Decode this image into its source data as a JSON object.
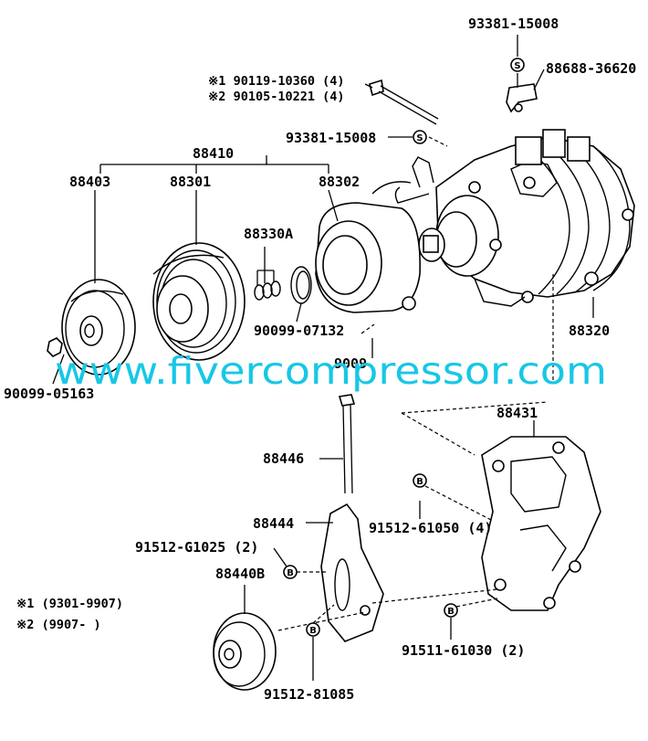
{
  "labels": {
    "p93381_top": "93381-15008",
    "p88688": "88688-36620",
    "bolt_note1": "※1 90119-10360 (4)",
    "bolt_note2": "※2 90105-10221 (4)",
    "p93381_mid": "93381-15008",
    "p88410": "88410",
    "p88403": "88403",
    "p88301": "88301",
    "p88302": "88302",
    "p88330A": "88330A",
    "p90099_07132": "90099-07132",
    "p9009_hidden": "9009",
    "p90099_05163": "90099-05163",
    "p88320": "88320",
    "p88431": "88431",
    "p88446": "88446",
    "p88444": "88444",
    "p91512_61050": "91512-61050 (4)",
    "p91512_G1025": "91512-G1025 (2)",
    "p88440B": "88440B",
    "p91511_61030": "91511-61030 (2)",
    "p91512_81085": "91512-81085",
    "note1": "※1 (9301-9907)",
    "note2": "※2 (9907-      )"
  },
  "symbols": {
    "washer": "S",
    "bolt": "B"
  },
  "watermark": "www.fivercompressor.com",
  "colors": {
    "watermark": "#17c7e6",
    "ink": "#000000"
  }
}
